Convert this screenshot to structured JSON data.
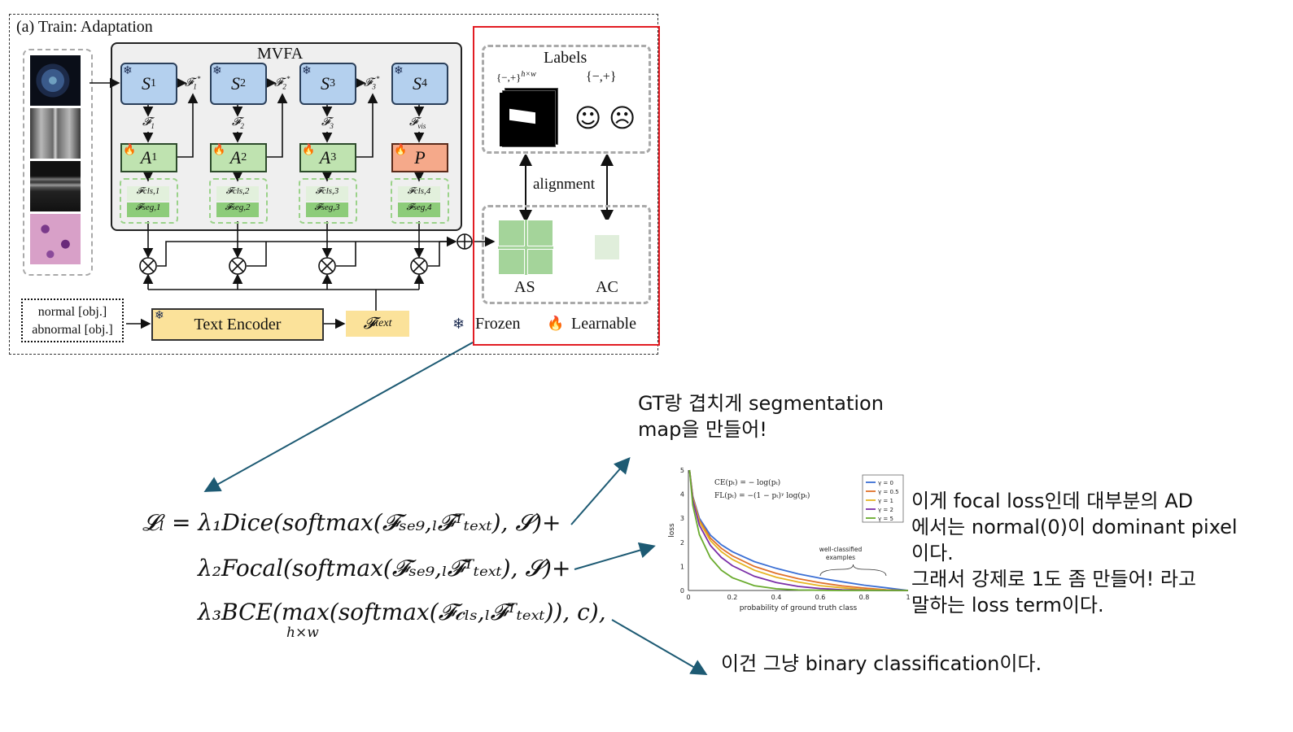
{
  "panel": {
    "title": "(a) Train: Adaptation",
    "module_title": "MVFA"
  },
  "stages": [
    {
      "label": "S",
      "sub": "1"
    },
    {
      "label": "S",
      "sub": "2"
    },
    {
      "label": "S",
      "sub": "3"
    },
    {
      "label": "S",
      "sub": "4"
    }
  ],
  "adapters": [
    {
      "label": "A",
      "sub": "1"
    },
    {
      "label": "A",
      "sub": "2"
    },
    {
      "label": "A",
      "sub": "3"
    },
    {
      "label": "P",
      "sub": ""
    }
  ],
  "stage_features": [
    {
      "label": "𝓕",
      "sub": "1"
    },
    {
      "label": "𝓕",
      "sub": "2"
    },
    {
      "label": "𝓕",
      "sub": "3"
    },
    {
      "label": "𝓕",
      "sub": "vis"
    }
  ],
  "star_features": [
    {
      "label": "𝓕",
      "sub": "1",
      "sup": "*"
    },
    {
      "label": "𝓕",
      "sub": "2",
      "sup": "*"
    },
    {
      "label": "𝓕",
      "sub": "3",
      "sup": "*"
    }
  ],
  "feature_groups": [
    {
      "cls": "𝓕cls,1",
      "seg": "𝓕seg,1"
    },
    {
      "cls": "𝓕cls,2",
      "seg": "𝓕seg,2"
    },
    {
      "cls": "𝓕cls,3",
      "seg": "𝓕seg,3"
    },
    {
      "cls": "𝓕cls,4",
      "seg": "𝓕seg,4"
    }
  ],
  "prompts": [
    "normal [obj.]",
    "abnormal [obj.]"
  ],
  "text_encoder": "Text Encoder",
  "text_feature": {
    "label": "𝓕",
    "sub": "text"
  },
  "labels": {
    "title": "Labels",
    "pixel_set": "{−,+}",
    "pixel_set_sup": "h×w",
    "image_set": "{−,+}"
  },
  "alignment": "alignment",
  "as_label": "AS",
  "ac_label": "AC",
  "legend": {
    "frozen": "Frozen",
    "learnable": "Learnable"
  },
  "equation": {
    "line1": "𝓛ₗ = λ₁Dice(softmax(𝓕ₛₑ₉,ₗ𝓕ᵀₜₑₓₜ), 𝓢)+",
    "line2": "λ₂Focal(softmax(𝓕ₛₑ₉,ₗ𝓕ᵀₜₑₓₜ), 𝓢)+",
    "line3": "λ₃BCE(max(softmax(𝓕𝒸ₗₛ,ₗ𝓕ᵀₜₑₓₜ)), c),",
    "max_sub": "h×w"
  },
  "annotations": {
    "seg_line1": "GT랑 겹치게 segmentation",
    "seg_line2": "map을 만들어!",
    "focal_line1": "이게 focal loss인데 대부분의 AD",
    "focal_line2": "에서는 normal(0)이 dominant pixel",
    "focal_line3": "이다.",
    "focal_line4": "그래서 강제로 1도 좀 만들어! 라고",
    "focal_line5": "말하는 loss term이다.",
    "bce_line": "이건 그냥 binary classification이다."
  },
  "focal_chart": {
    "ce_formula": "CE(pₜ) = − log(pₜ)",
    "fl_formula": "FL(pₜ) = −(1 − pₜ)ᵞ log(pₜ)",
    "annotation": [
      "well-classified",
      "examples"
    ]
  },
  "chart_data": {
    "type": "line",
    "xlabel": "probability of ground truth class",
    "ylabel": "loss",
    "xlim": [
      0,
      1
    ],
    "ylim": [
      0,
      5
    ],
    "xticks": [
      "0",
      "0.2",
      "0.4",
      "0.6",
      "0.8",
      "1"
    ],
    "yticks": [
      "0",
      "1",
      "2",
      "3",
      "4",
      "5"
    ],
    "legend_position": "top-right",
    "x": [
      0.02,
      0.05,
      0.1,
      0.15,
      0.2,
      0.3,
      0.4,
      0.5,
      0.6,
      0.7,
      0.8,
      0.9,
      1.0
    ],
    "series": [
      {
        "name": "γ = 0",
        "color": "#3b6fd4",
        "values": [
          3.91,
          3.0,
          2.3,
          1.9,
          1.61,
          1.2,
          0.92,
          0.69,
          0.51,
          0.36,
          0.22,
          0.11,
          0
        ]
      },
      {
        "name": "γ = 0.5",
        "color": "#e0712a",
        "values": [
          3.87,
          2.92,
          2.18,
          1.75,
          1.44,
          1.0,
          0.71,
          0.49,
          0.32,
          0.19,
          0.1,
          0.03,
          0
        ]
      },
      {
        "name": "γ = 1",
        "color": "#e6b422",
        "values": [
          3.83,
          2.85,
          2.07,
          1.61,
          1.29,
          0.84,
          0.55,
          0.35,
          0.2,
          0.11,
          0.04,
          0.01,
          0
        ]
      },
      {
        "name": "γ = 2",
        "color": "#7b2fa8",
        "values": [
          3.76,
          2.71,
          1.87,
          1.37,
          1.03,
          0.59,
          0.33,
          0.17,
          0.08,
          0.03,
          0.01,
          0,
          0
        ]
      },
      {
        "name": "γ = 5",
        "color": "#6aab2e",
        "values": [
          3.54,
          2.32,
          1.36,
          0.84,
          0.53,
          0.2,
          0.07,
          0.02,
          0.01,
          0,
          0,
          0,
          0
        ]
      }
    ]
  }
}
